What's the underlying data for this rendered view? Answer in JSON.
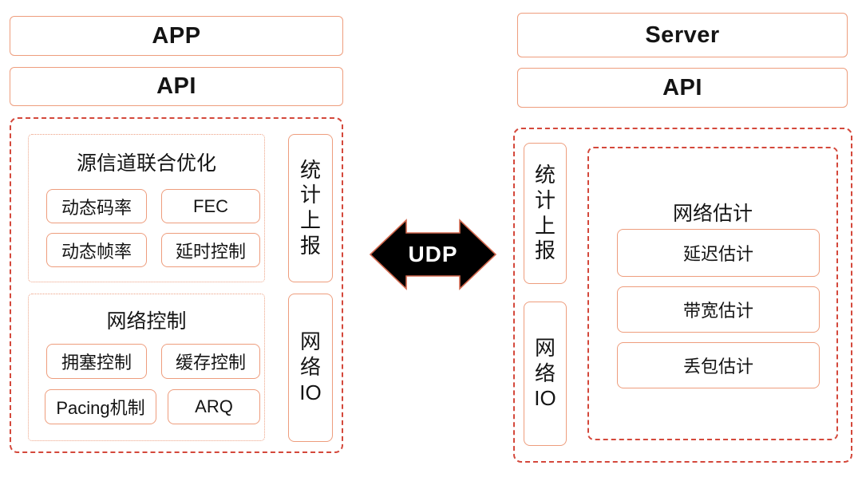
{
  "colors": {
    "solid_box_border": "#ee9d7d",
    "dashed_container_border": "#d4483b",
    "dotted_group_border": "#eda184",
    "arrow_fill": "#000000",
    "arrow_outline": "#d2694f",
    "arrow_text": "#ffffff",
    "text": "#141414",
    "background": "#ffffff"
  },
  "client": {
    "app_label": "APP",
    "api_label": "API",
    "joint_opt": {
      "title": "源信道联合优化",
      "items": [
        "动态码率",
        "FEC",
        "动态帧率",
        "延时控制"
      ]
    },
    "net_ctrl": {
      "title": "网络控制",
      "items": [
        "拥塞控制",
        "缓存控制",
        "Pacing机制",
        "ARQ"
      ]
    },
    "stats_report": "统计上报",
    "network_io": "网络IO"
  },
  "transport": {
    "label": "UDP"
  },
  "server": {
    "server_label": "Server",
    "api_label": "API",
    "stats_report": "统计上报",
    "network_io": "网络IO",
    "net_est": {
      "title": "网络估计",
      "items": [
        "延迟估计",
        "带宽估计",
        "丢包估计"
      ]
    }
  }
}
